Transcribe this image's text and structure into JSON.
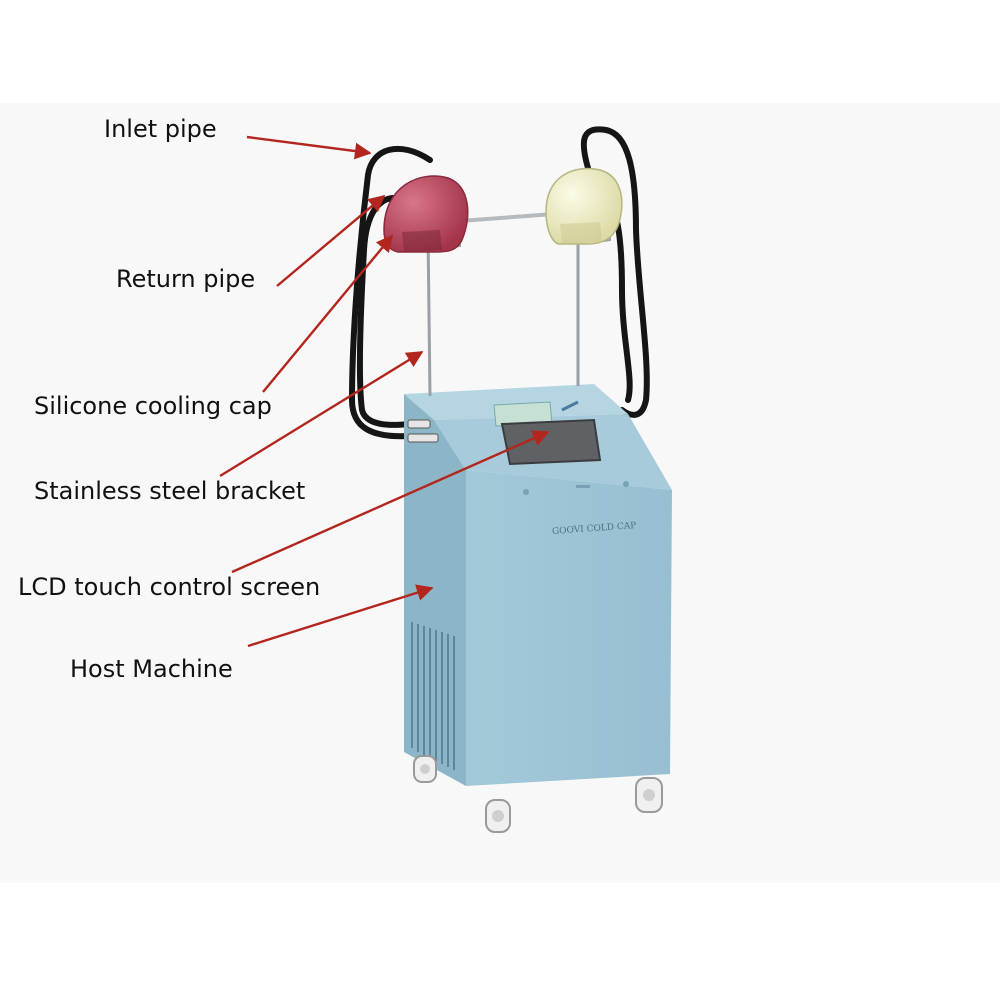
{
  "labels": {
    "inlet_pipe": "Inlet pipe",
    "return_pipe": "Return pipe",
    "silicone_cooling_cap": "Silicone cooling cap",
    "stainless_steel_bracket": "Stainless steel bracket",
    "lcd_touch_control_screen": "LCD touch control screen",
    "host_machine": "Host Machine"
  },
  "machine": {
    "brand_text": "GOOVI COLD CAP"
  },
  "colors": {
    "arrow": "#b3261e",
    "machine_body": "#9cc3d4",
    "machine_side": "#8fb7c9",
    "machine_top": "#aed0de",
    "cap_left": "#b84457",
    "cap_right": "#ecebc0",
    "tube": "#151515",
    "screen": "#5e6064",
    "background_band": "#f8f8f8"
  }
}
